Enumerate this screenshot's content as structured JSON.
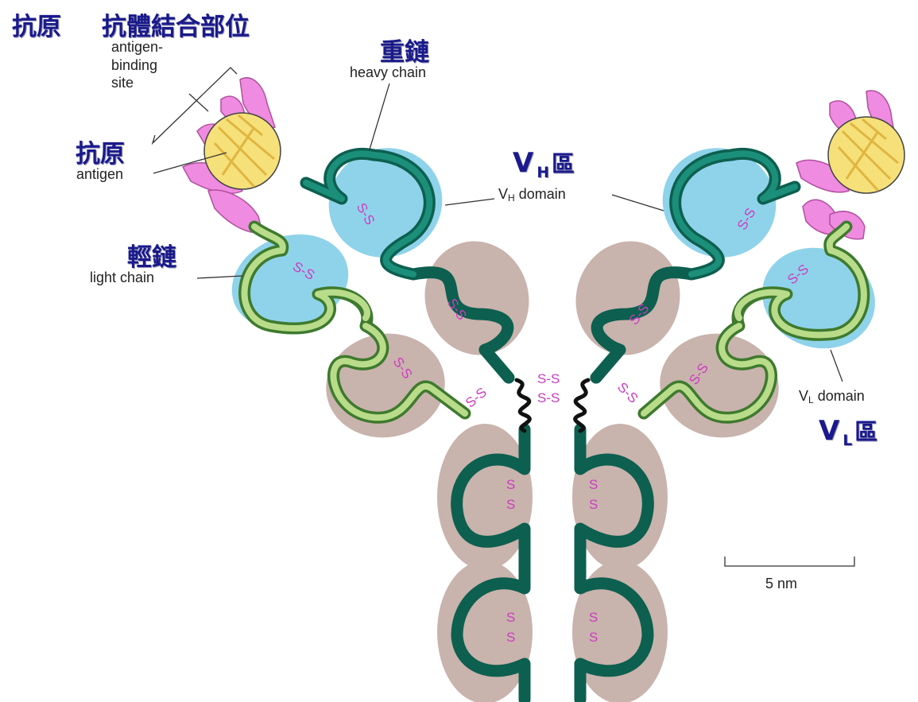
{
  "labels_zh": {
    "antigen_top": "抗原",
    "binding_site": "抗體結合部位",
    "heavy_chain": "重鏈",
    "antigen": "抗原",
    "vh_letter": "V",
    "vh_sub": "H",
    "vh_char": "區",
    "light_chain": "輕鏈",
    "vl_letter": "V",
    "vl_sub": "L",
    "vl_char": "區"
  },
  "labels_en": {
    "binding_site_1": "antigen-",
    "binding_site_2": "binding",
    "binding_site_3": "site",
    "antigen": "antigen",
    "heavy_chain": "heavy chain",
    "vh_domain_v": "V",
    "vh_domain_sub": "H",
    "vh_domain_rest": "domain",
    "light_chain": "light chain",
    "vl_domain_v": "V",
    "vl_domain_sub": "L",
    "vl_domain_rest": "domain",
    "scale": "5 nm"
  },
  "disulfide_label": "S-S",
  "disulfide_s": "S",
  "colors": {
    "variable_domain": "#8fd3ea",
    "constant_domain": "#c9b3ad",
    "heavy_chain": "#0d5f4f",
    "light_chain": "#3e7a2e",
    "light_chain_fill": "#b9dc8a",
    "antigen": "#f6e07a",
    "antigen_binding_site": "#ef8be0",
    "disulfide": "#cc3cc0",
    "label_zh": "#1a1a8c"
  }
}
